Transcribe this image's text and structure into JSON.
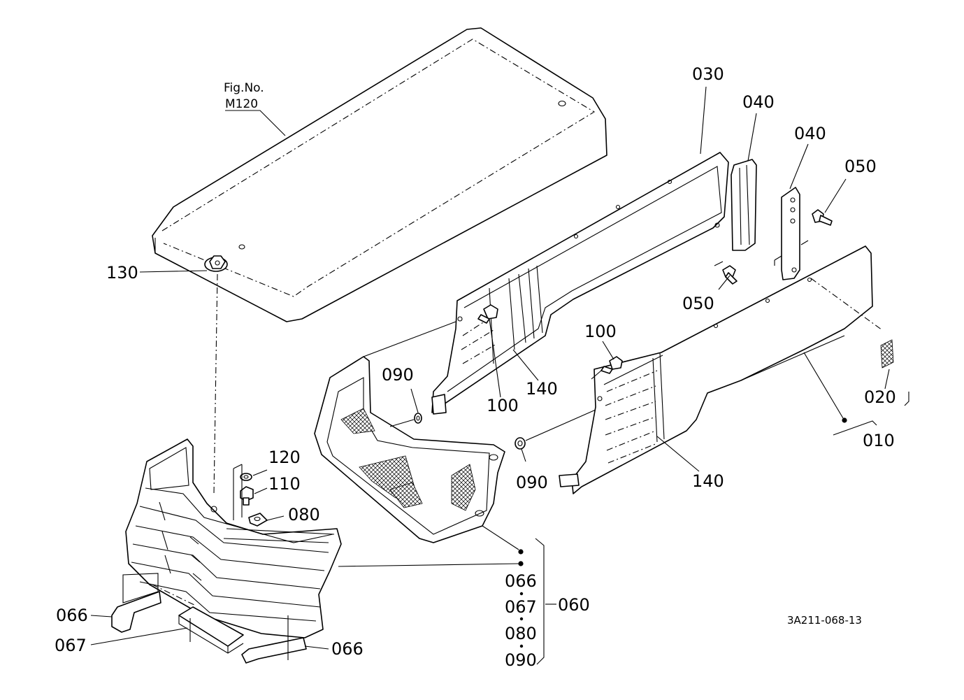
{
  "figure": {
    "ref_line1": "Fig.No.",
    "ref_line2": "M120",
    "drawing_number": "3A211-068-13"
  },
  "parts": {
    "p010": "010",
    "p020": "020",
    "p030": "030",
    "p040a": "040",
    "p040b": "040",
    "p050a": "050",
    "p050b": "050",
    "p060": "060",
    "p066a": "066",
    "p066b": "066",
    "p066c": "066",
    "p067a": "067",
    "p067b": "067",
    "p080a": "080",
    "p080b": "080",
    "p090a": "090",
    "p090b": "090",
    "p090c": "090",
    "p100a": "100",
    "p100b": "100",
    "p110": "110",
    "p120": "120",
    "p130": "130",
    "p140a": "140",
    "p140b": "140"
  }
}
